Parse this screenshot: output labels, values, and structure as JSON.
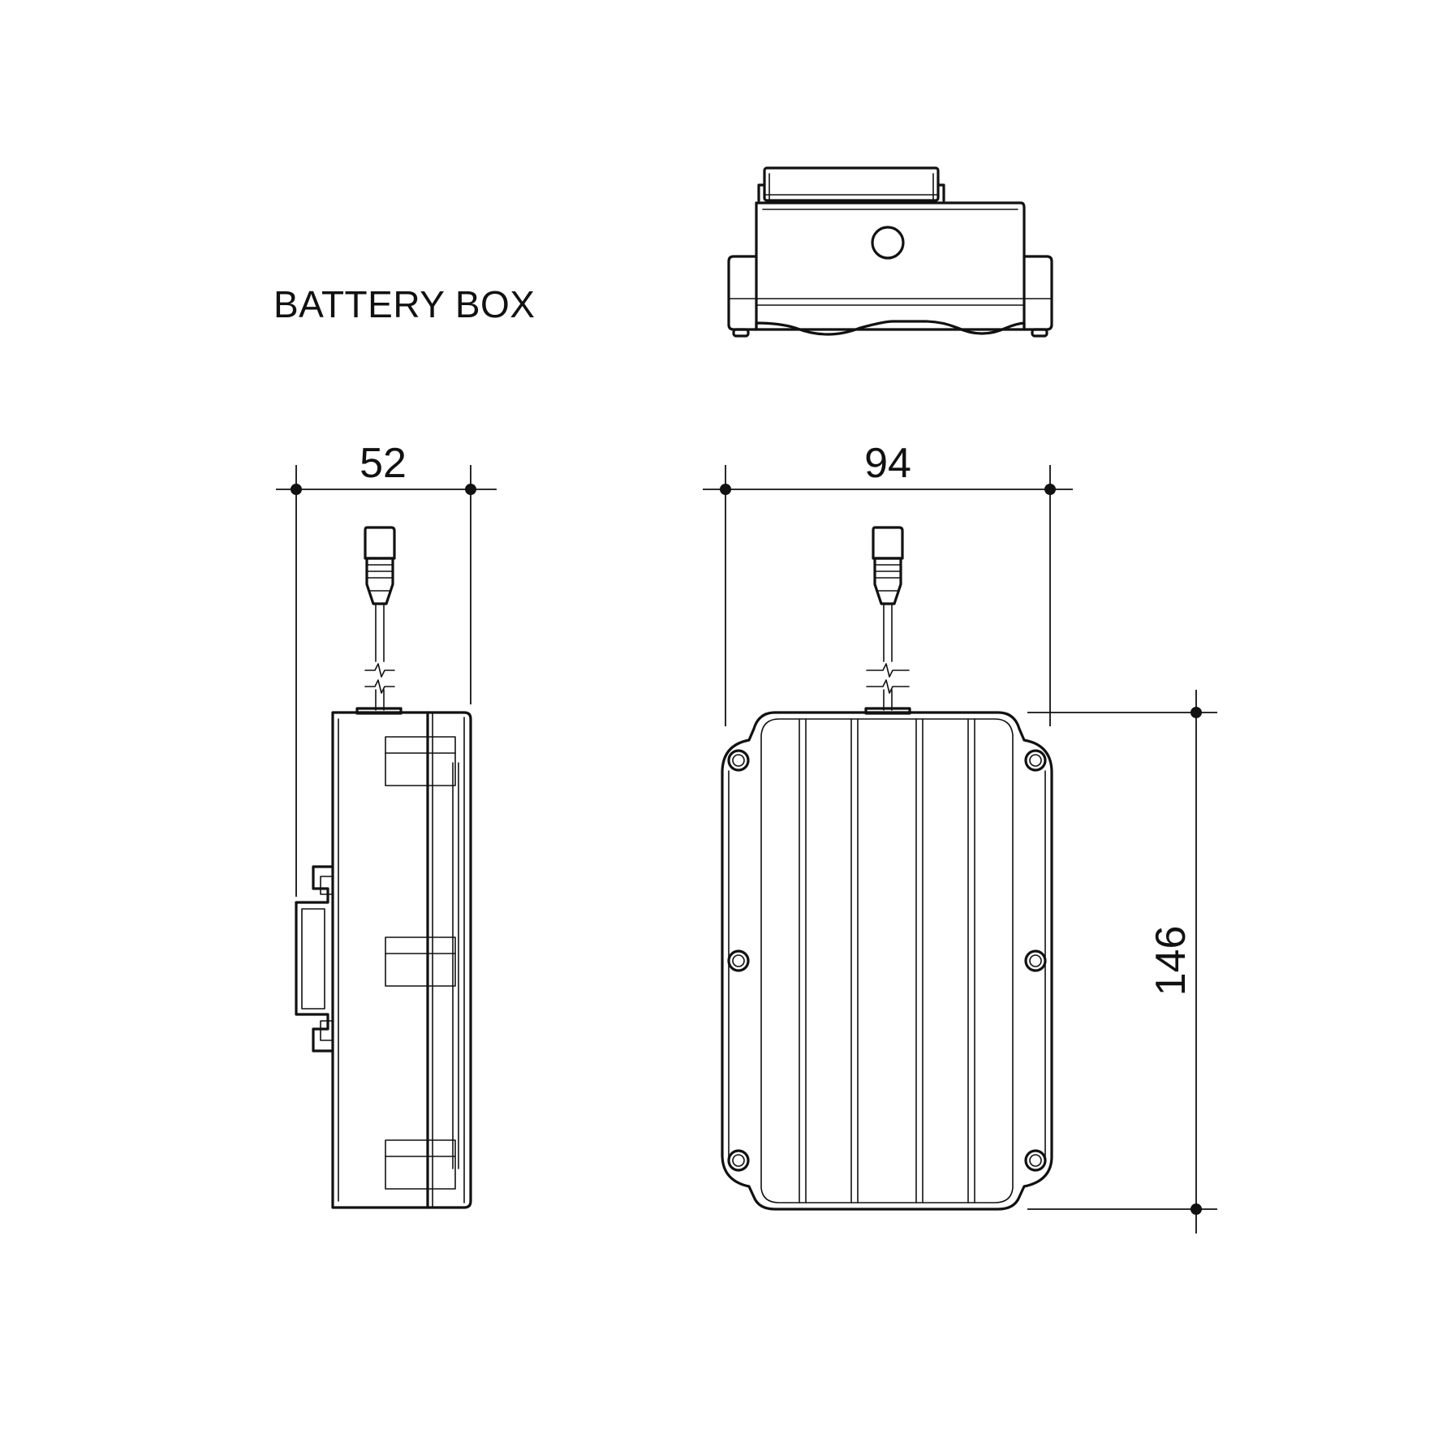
{
  "diagram": {
    "title": "BATTERY BOX",
    "dimensions": {
      "side_width": "52",
      "front_width": "94",
      "height": "146"
    }
  }
}
